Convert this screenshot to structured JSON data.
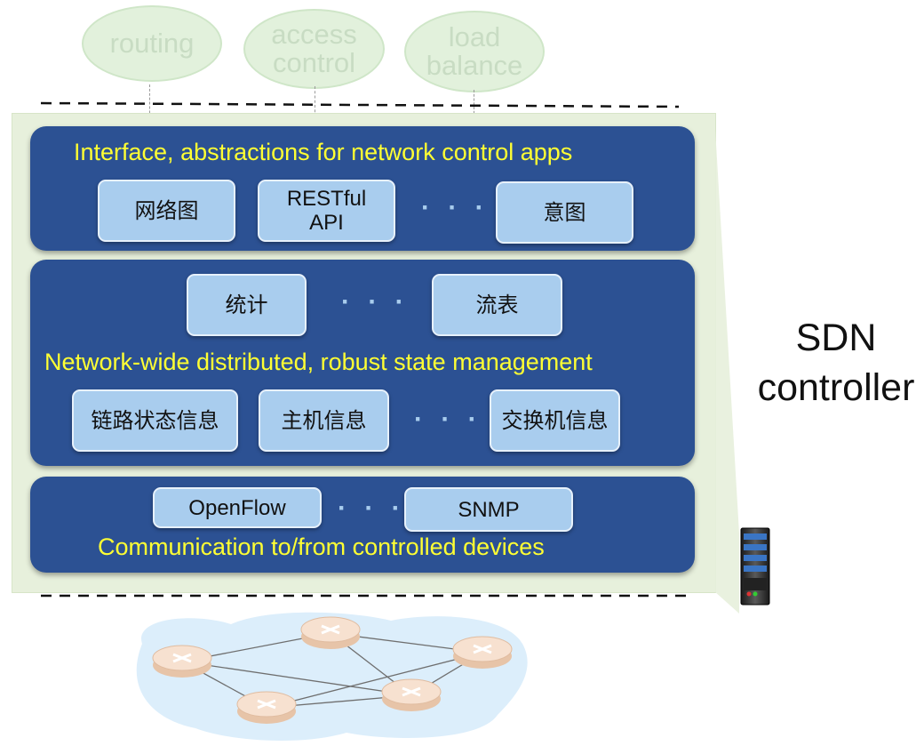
{
  "network_apps": [
    {
      "label": "routing"
    },
    {
      "label": "access\ncontrol"
    },
    {
      "label": "load\nbalance"
    }
  ],
  "layers": {
    "northbound": {
      "title": "Interface, abstractions for network control apps",
      "items": [
        "网络图",
        "RESTful\nAPI",
        "意图"
      ],
      "ellipsis": "· · ·"
    },
    "state": {
      "top_items": [
        "统计",
        "流表"
      ],
      "top_ellipsis": "· · ·",
      "title": "Network-wide distributed, robust  state management",
      "bottom_items": [
        "链路状态信息",
        "主机信息",
        "交换机信息"
      ],
      "bottom_ellipsis": "· · ·"
    },
    "southbound": {
      "items": [
        "OpenFlow",
        "SNMP"
      ],
      "ellipsis": "· · ·",
      "title": "Communication to/from controlled devices"
    }
  },
  "controller_label": "SDN\ncontroller",
  "colors": {
    "layer_fill": "#2c5193",
    "layer_title": "#ffff33",
    "pill_fill": "#a9cdee",
    "controller_bg": "#e7f0dc",
    "app_ellipse": "#e2f1dc"
  },
  "icons": [
    "server-icon",
    "router-icon"
  ]
}
